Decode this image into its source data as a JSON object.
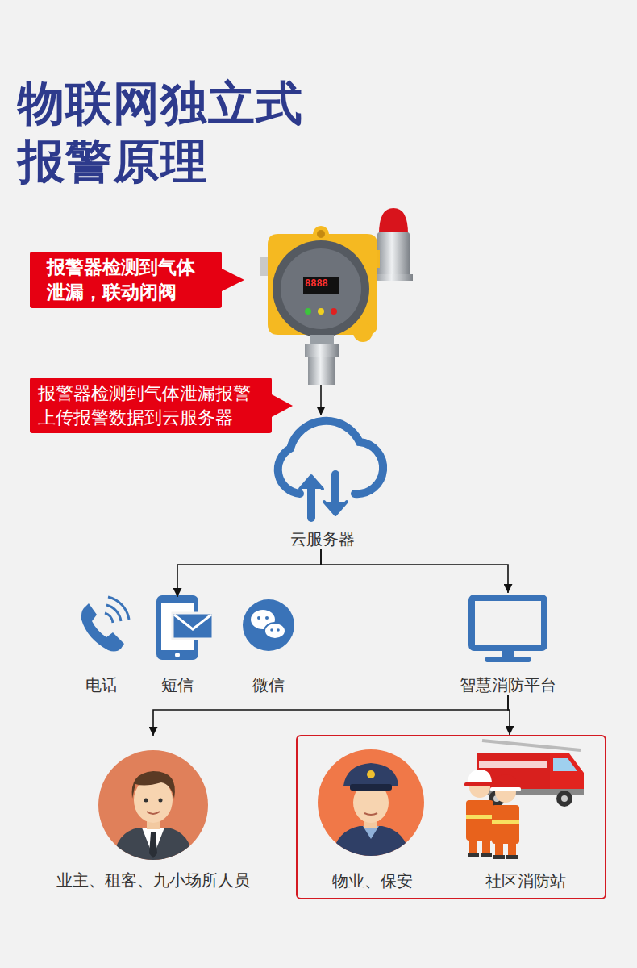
{
  "diagram": {
    "title": "物联网独立式 报警原理",
    "nodes": [
      {
        "text": [
          "报警器检测到气体 泄漏，联动闭阀"
        ]
      },
      {
        "text": [
          "8888"
        ]
      },
      {
        "text": [
          "报警器检测到气体泄漏报警 上传报警数据到云服务器"
        ]
      },
      {
        "text": [
          "云服务器"
        ]
      },
      {
        "text": [
          "电话"
        ]
      },
      {
        "text": [
          "短信"
        ]
      },
      {
        "text": [
          "微信"
        ]
      },
      {
        "text": [
          "智慧消防平台"
        ]
      },
      {
        "text": [
          "业主、租客、九小场所人员"
        ]
      },
      {
        "text": []
      },
      {
        "text": [
          "物业、保安"
        ],
        "in": 9
      },
      {
        "text": [
          "社区消防站"
        ],
        "in": 9
      }
    ],
    "edges": [
      {
        "from": 1,
        "to": 3,
        "arrow": "to"
      },
      {
        "from": 3,
        "to": 5,
        "arrow": "to"
      },
      {
        "from": 3,
        "to": 7,
        "arrow": "to"
      },
      {
        "from": 7,
        "to": 8,
        "arrow": "to"
      },
      {
        "from": 7,
        "to": 9,
        "arrow": "to"
      }
    ]
  }
}
